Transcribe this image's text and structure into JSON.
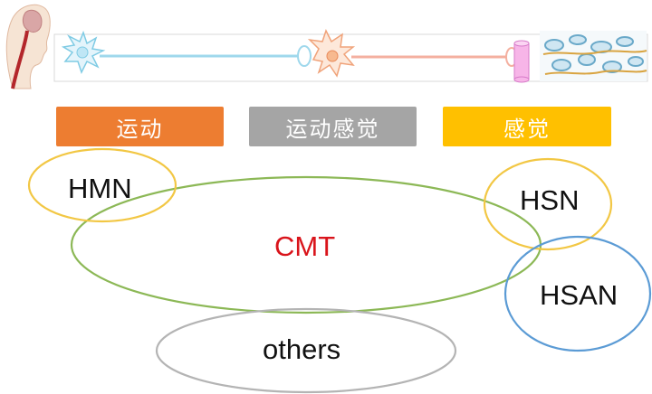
{
  "colors": {
    "motor": "#ed7d31",
    "mixed": "#a5a5a5",
    "sensory": "#ffc000",
    "hmn_outline": "#f2c744",
    "cmt_outline": "#8cb856",
    "cmt_text": "#d9141b",
    "hsn_outline": "#f2c744",
    "hsan_outline": "#5b9bd5",
    "others_outline": "#b4b4b4"
  },
  "header": {
    "illustrations": [
      "head-spinal-cord-icon",
      "upper-motor-neuron-icon",
      "lower-motor-neuron-icon",
      "muscle-fiber-icon"
    ]
  },
  "categories": {
    "motor": "运动",
    "mixed": "运动感觉",
    "sensory": "感觉"
  },
  "groups": {
    "hmn": "HMN",
    "cmt": "CMT",
    "hsn": "HSN",
    "hsan": "HSAN",
    "others": "others"
  }
}
